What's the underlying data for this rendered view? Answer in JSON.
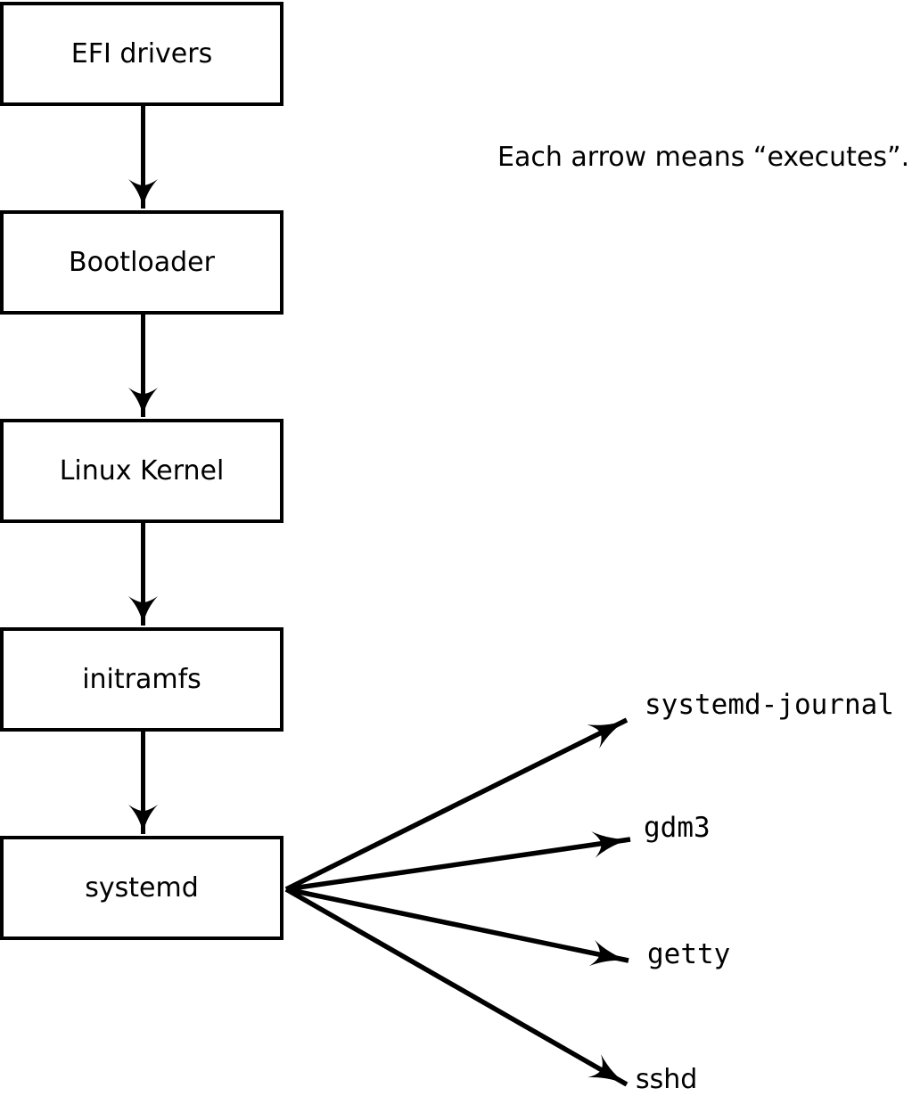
{
  "annotation": {
    "text": "Each arrow means “executes”."
  },
  "flow": {
    "boxes": [
      {
        "id": "efi-drivers",
        "label": "EFI drivers"
      },
      {
        "id": "bootloader",
        "label": "Bootloader"
      },
      {
        "id": "linux-kernel",
        "label": "Linux Kernel"
      },
      {
        "id": "initramfs",
        "label": "initramfs"
      },
      {
        "id": "systemd",
        "label": "systemd"
      }
    ]
  },
  "spawned": [
    {
      "id": "systemd-journal",
      "label": "systemd-journal"
    },
    {
      "id": "gdm3",
      "label": "gdm3"
    },
    {
      "id": "getty",
      "label": "getty"
    },
    {
      "id": "sshd",
      "label": "sshd"
    }
  ],
  "edges": [
    {
      "from": "EFI drivers",
      "to": "Bootloader",
      "relation": "executes"
    },
    {
      "from": "Bootloader",
      "to": "Linux Kernel",
      "relation": "executes"
    },
    {
      "from": "Linux Kernel",
      "to": "initramfs",
      "relation": "executes"
    },
    {
      "from": "initramfs",
      "to": "systemd",
      "relation": "executes"
    },
    {
      "from": "systemd",
      "to": "systemd-journal",
      "relation": "executes"
    },
    {
      "from": "systemd",
      "to": "gdm3",
      "relation": "executes"
    },
    {
      "from": "systemd",
      "to": "getty",
      "relation": "executes"
    },
    {
      "from": "systemd",
      "to": "sshd",
      "relation": "executes"
    }
  ],
  "colors": {
    "line": "#000000",
    "box_border": "#000000",
    "box_fill": "#ffffff",
    "text": "#000000",
    "background": "#ffffff"
  }
}
